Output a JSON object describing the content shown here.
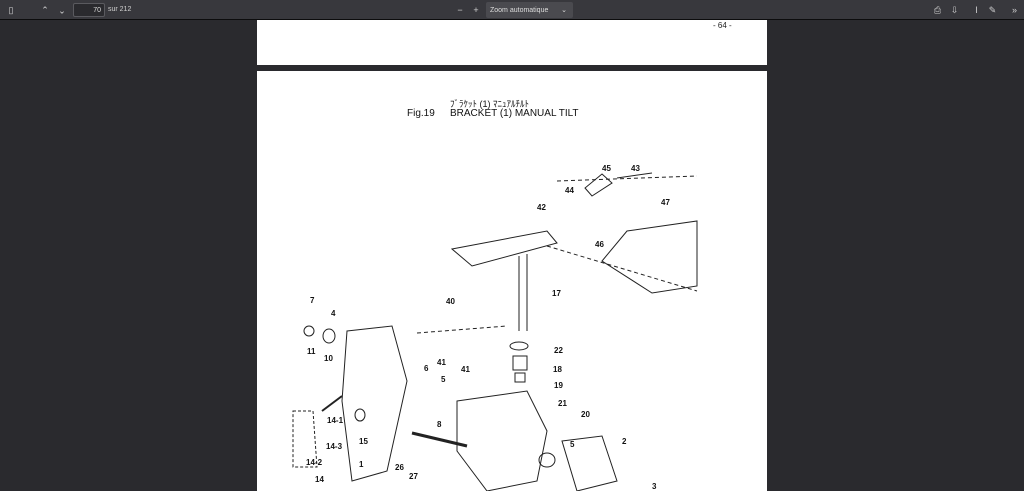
{
  "toolbar": {
    "page_value": "70",
    "page_total": "sur 212",
    "zoom": "Zoom automatique"
  },
  "document": {
    "prev_page_number": "- 64 -",
    "title_jp": "ﾌﾞﾗｹｯﾄ (1) ﾏﾆｭｱﾙﾁﾙﾄ",
    "fig": "Fig.19",
    "title": "BRACKET (1) MANUAL TILT",
    "part_labels": [
      "45",
      "43",
      "44",
      "47",
      "42",
      "46",
      "17",
      "40",
      "7",
      "4",
      "11",
      "10",
      "6",
      "41",
      "5",
      "41",
      "22",
      "18",
      "19",
      "21",
      "20",
      "14-1",
      "14-3",
      "15",
      "8",
      "5",
      "2",
      "14-2",
      "1",
      "26",
      "27",
      "14",
      "3"
    ]
  }
}
